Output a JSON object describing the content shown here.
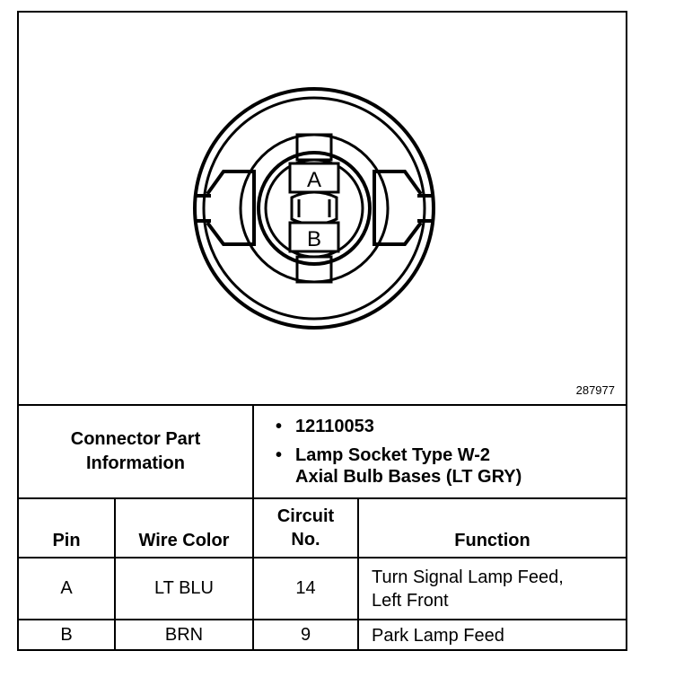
{
  "figure": {
    "figure_id": "287977",
    "cavity_labels": [
      "A",
      "B"
    ]
  },
  "connector_info": {
    "label_line1": "Connector Part",
    "label_line2": "Information",
    "items": [
      "12110053",
      "Lamp Socket Type W-2",
      "Axial Bulb Bases (LT GRY)"
    ]
  },
  "table": {
    "headers": {
      "pin": "Pin",
      "wire_color": "Wire Color",
      "circuit_line1": "Circuit",
      "circuit_line2": "No.",
      "function": "Function"
    },
    "rows": [
      {
        "pin": "A",
        "wire_color": "LT BLU",
        "circuit": "14",
        "function_line1": "Turn Signal Lamp Feed,",
        "function_line2": "Left Front"
      },
      {
        "pin": "B",
        "wire_color": "BRN",
        "circuit": "9",
        "function_line1": "Park Lamp Feed",
        "function_line2": ""
      }
    ]
  }
}
